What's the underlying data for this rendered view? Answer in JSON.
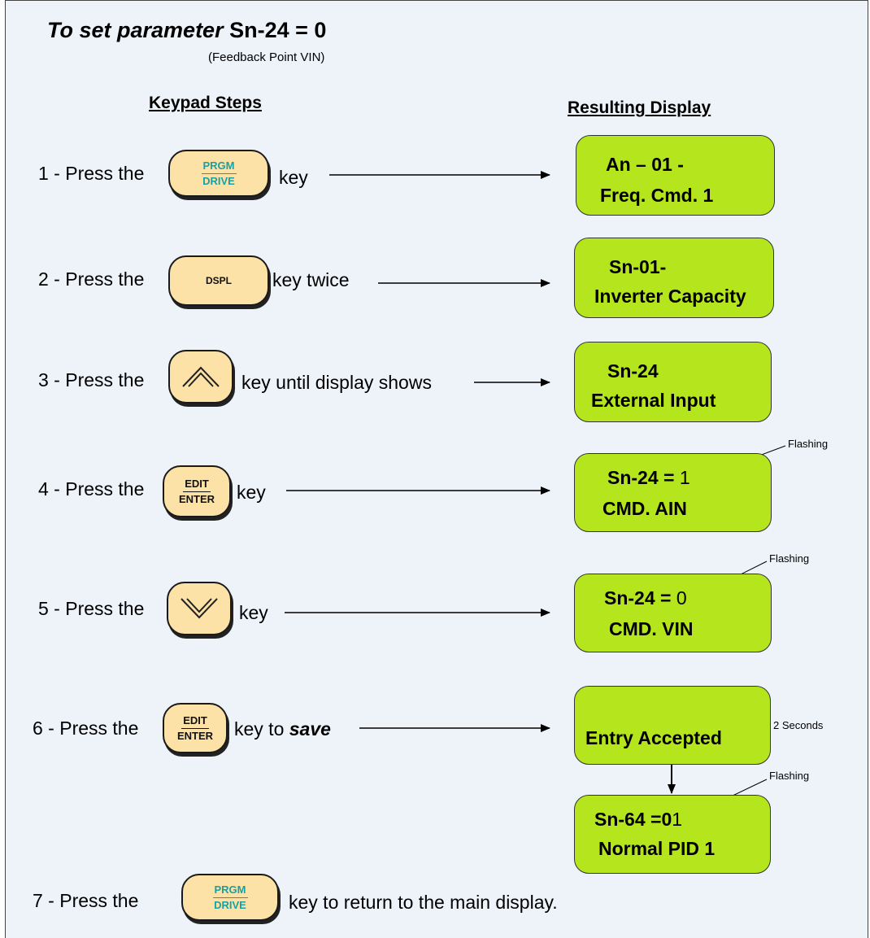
{
  "title": {
    "prefix": "To set  parameter",
    "param": "Sn-24 = 0",
    "subtitle": "(Feedback Point VIN)"
  },
  "headings": {
    "left": "Keypad Steps",
    "right": "Resulting Display"
  },
  "steps": [
    {
      "text": "1 - Press the",
      "key": {
        "top": "PRGM",
        "bottom": "DRIVE"
      },
      "after": "key"
    },
    {
      "text": "2 - Press the",
      "key": {
        "single": "DSPL"
      },
      "after": "key twice"
    },
    {
      "text": "3 - Press the",
      "key": {
        "icon": "up-arrow-icon"
      },
      "after": "key until display shows"
    },
    {
      "text": "4 - Press the",
      "key": {
        "top": "EDIT",
        "bottom": "ENTER"
      },
      "after": "key"
    },
    {
      "text": "5 - Press the",
      "key": {
        "icon": "down-arrow-icon"
      },
      "after": "key"
    },
    {
      "text": "6 - Press the",
      "key": {
        "top": "EDIT",
        "bottom": "ENTER"
      },
      "after": "key to",
      "after_emph": "save"
    },
    {
      "text": "7 - Press the",
      "key": {
        "top": "PRGM",
        "bottom": "DRIVE"
      },
      "after": "key to return to the main display."
    }
  ],
  "displays": [
    {
      "line1": "An – 01 -",
      "line2": "Freq. Cmd. 1"
    },
    {
      "line1": "Sn-01-",
      "line2": "Inverter Capacity"
    },
    {
      "line1": "Sn-24",
      "line2": "External  Input"
    },
    {
      "line1_bold": "Sn-24 = ",
      "line1_value": "1",
      "line2": "CMD.  AIN"
    },
    {
      "line1_bold": "Sn-24 = ",
      "line1_value": "0",
      "line2": "CMD.  VIN"
    },
    {
      "line1": "",
      "line2": "Entry Accepted"
    },
    {
      "line1_bold": "Sn-64 =0",
      "line1_value": "1",
      "line2": "Normal PID 1"
    }
  ],
  "notes": {
    "flashing": "Flashing",
    "duration": "2 Seconds"
  },
  "colors": {
    "display_fill": "#b5e61d",
    "key_fill": "#fde2a8",
    "key_text": "#1aa0a0",
    "background": "#eef3fa"
  }
}
